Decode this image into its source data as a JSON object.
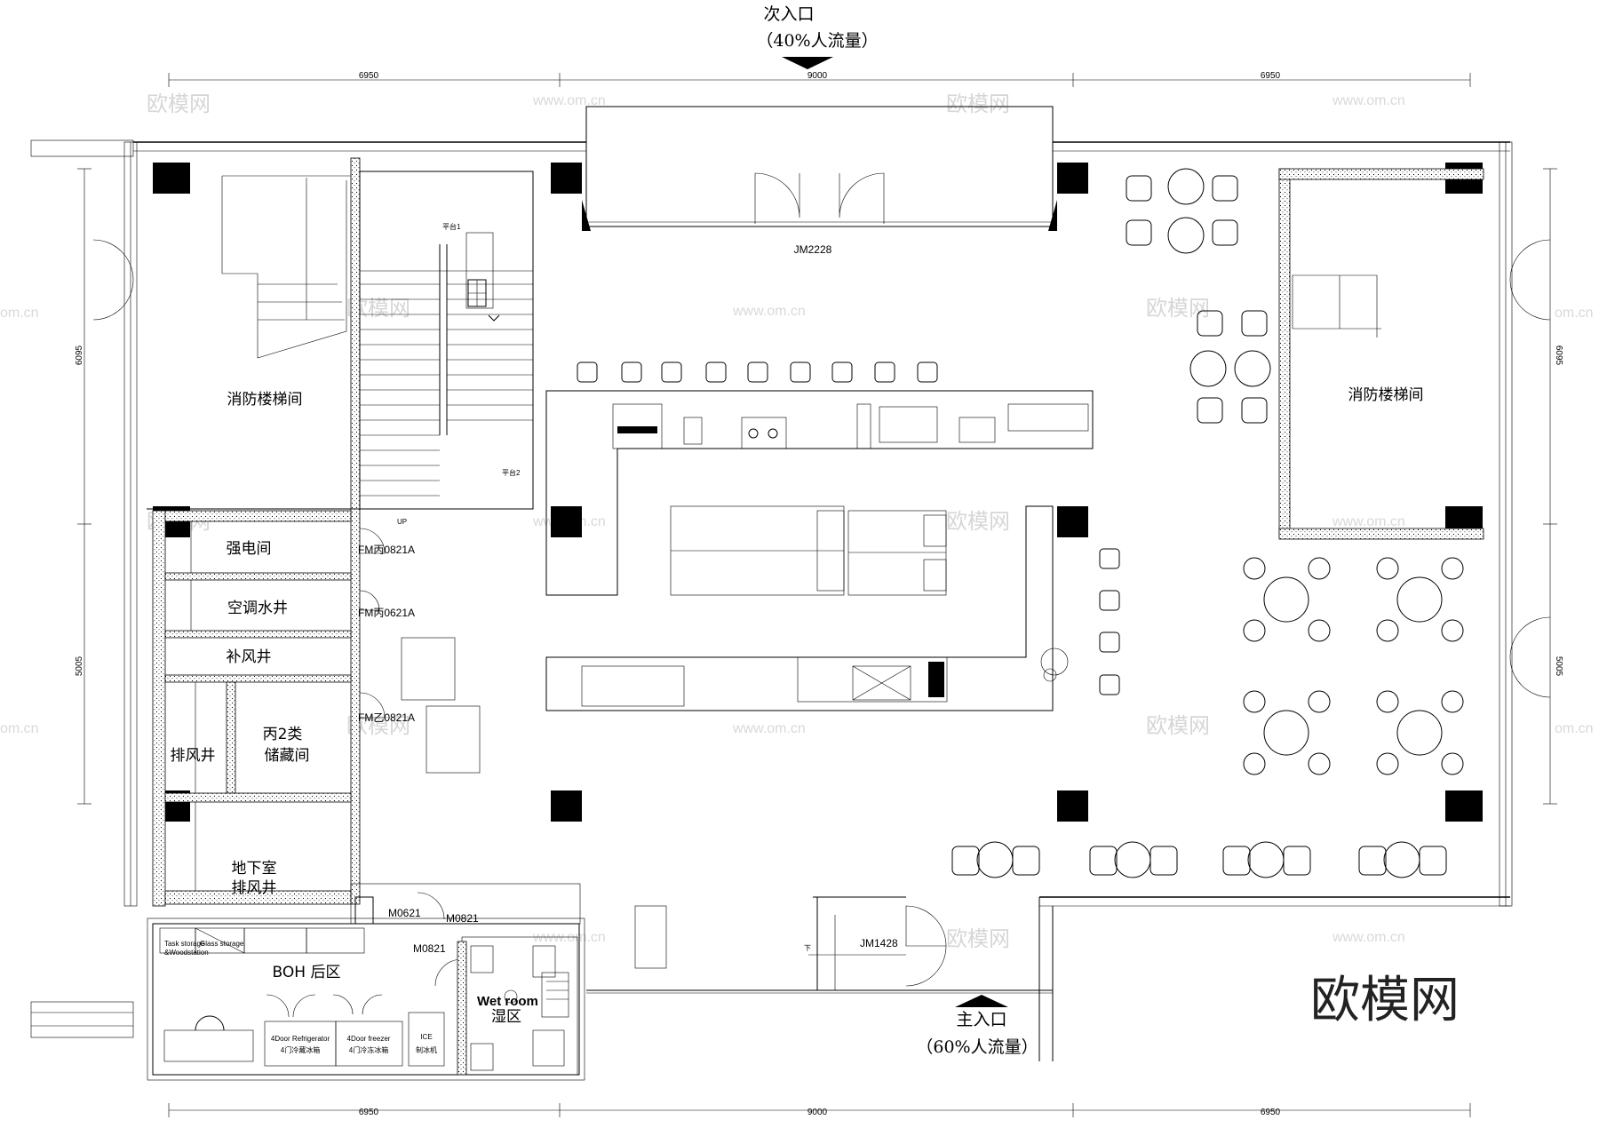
{
  "entrances": {
    "secondary": {
      "title": "次入口",
      "flow": "（40%人流量）"
    },
    "main": {
      "title": "主入口",
      "flow": "（60%人流量）"
    }
  },
  "dimensions": {
    "top": [
      "6950",
      "9000",
      "6950"
    ],
    "bottom": [
      "6950",
      "9000",
      "6950"
    ],
    "left": [
      "6095",
      "5005"
    ],
    "right": [
      "6095",
      "5005"
    ]
  },
  "rooms": {
    "fire_stair_left": "消防楼梯间",
    "fire_stair_right": "消防楼梯间",
    "strong_electric": "强电间",
    "ac_water_shaft": "空调水井",
    "fresh_air_shaft": "补风井",
    "exhaust_shaft": "排风井",
    "storage_line1": "丙2类",
    "storage_line2": "储藏间",
    "basement_line1": "地下室",
    "basement_line2": "排风井",
    "boh": "BOH 后区",
    "wet_room_en": "Wet room",
    "wet_room_cn": "湿区",
    "task_storage": "Task storage",
    "woodstation": "&Woodstation",
    "glass_storage": "Glass storage"
  },
  "doors": {
    "jm2228": "JM2228",
    "jm1428": "JM1428",
    "fm1": "FM丙0821A",
    "fm2": "FM丙0621A",
    "fm3": "FM乙0821A",
    "m0621": "M0621",
    "m0821a": "M0821",
    "m0821b": "M0821"
  },
  "equipment": {
    "refrig_en": "4Door Refrigerator",
    "refrig_cn": "4门冷藏冰箱",
    "freezer_en": "4Door freezer",
    "freezer_cn": "4门冷冻冰箱",
    "ice_en": "ICE",
    "ice_cn": "制冰机"
  },
  "stair_labels": {
    "platform1": "平台1",
    "platform2": "平台2",
    "up": "UP",
    "down": "下"
  },
  "watermarks": {
    "brand": "欧模网",
    "url": "www.om.cn",
    "url_short": "om.cn"
  }
}
